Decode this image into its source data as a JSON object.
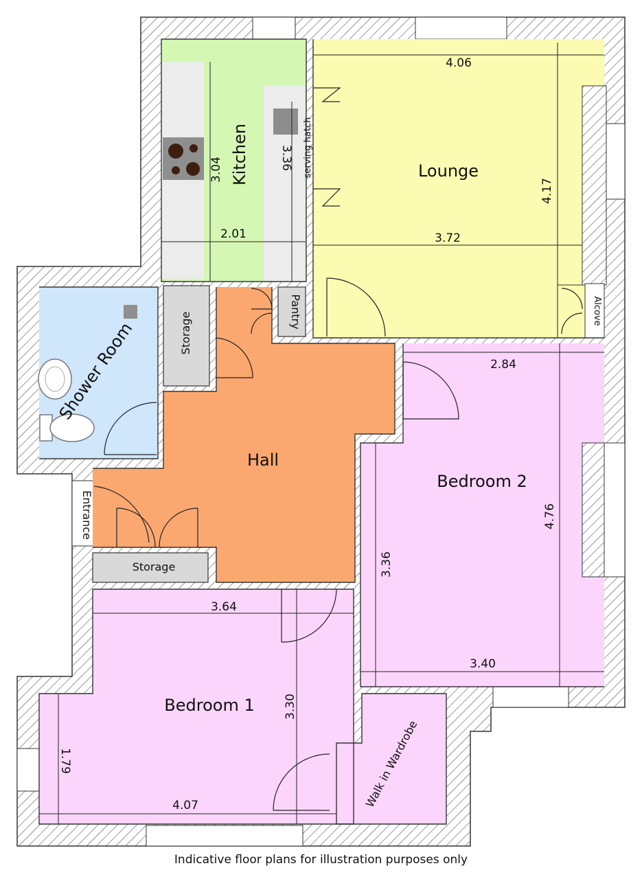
{
  "rooms": {
    "kitchen": "Kitchen",
    "lounge": "Lounge",
    "shower_room": "Shower Room",
    "hall": "Hall",
    "bedroom2": "Bedroom 2",
    "bedroom1": "Bedroom 1",
    "walk_in_wardrobe": "Walk in Wardrobe"
  },
  "labels": {
    "storage_top": "Storage",
    "storage_bottom": "Storage",
    "pantry": "Pantry",
    "alcove": "Alcove",
    "entrance": "Entrance",
    "serving_hatch": "serving hatch"
  },
  "dimensions": {
    "kitchen_length": "3.04",
    "kitchen_inner": "3.36",
    "kitchen_width": "2.01",
    "lounge_top": "4.06",
    "lounge_bottom": "3.72",
    "lounge_height": "4.17",
    "bed2_top": "2.84",
    "bed2_height": "4.76",
    "bed2_inner": "3.36",
    "bed2_bottom": "3.40",
    "bed1_top": "3.64",
    "bed1_height": "3.30",
    "bed1_left": "1.79",
    "bed1_bottom": "4.07"
  },
  "colors": {
    "kitchen": "#d5f7b4",
    "lounge": "#fbfbb2",
    "shower_room": "#cfe6fb",
    "hall": "#fba870",
    "bedroom": "#fbd5fb",
    "storage": "#d9d9d9",
    "worktop": "#ececec"
  },
  "caption": "Indicative floor plans for illustration purposes only"
}
